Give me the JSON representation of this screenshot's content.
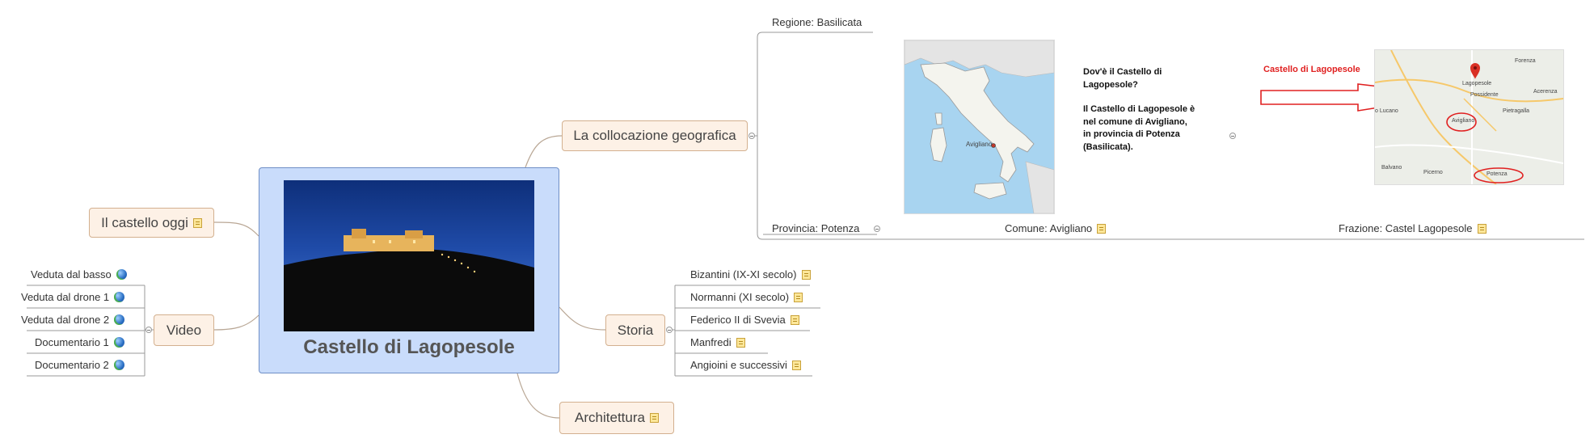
{
  "central": {
    "title": "Castello di Lagopesole",
    "image_alt": "castle-night-photo"
  },
  "left_topics": {
    "castello_oggi": "Il castello oggi",
    "video": "Video",
    "video_items": [
      "Veduta dal basso",
      "Veduta dal drone 1",
      "Veduta dal drone 2",
      "Documentario 1",
      "Documentario 2"
    ]
  },
  "right_topics": {
    "collocazione": "La collocazione geografica",
    "storia": "Storia",
    "architettura": "Architettura",
    "storia_items": [
      "Bizantini (IX-XI secolo)",
      "Normanni (XI secolo)",
      "Federico II di Svevia",
      "Manfredi",
      "Angioini e successivi"
    ]
  },
  "geo": {
    "regione": "Regione: Basilicata",
    "provincia": "Provincia: Potenza",
    "comune": "Comune: Avigliano",
    "frazione": "Frazione: Castel Lagopesole",
    "question": "Dov'è il Castello di Lagopesole?",
    "answer": "Il Castello di Lagopesole è nel comune di Avigliano, in provincia di Potenza (Basilicata).",
    "callout": "Castello di Lagopesole",
    "italy_map_label": "Avigliano",
    "road_map_labels": {
      "forenza": "Forenza",
      "lagopesole": "Lagopesole",
      "possidente": "Possidente",
      "acerenza": "Acerenza",
      "pietragalla": "Pietragalla",
      "avigliano": "Avigliano",
      "lucano": "o Lucano",
      "balvano": "Balvano",
      "picerno": "Picerno",
      "potenza": "Potenza"
    }
  },
  "colors": {
    "topic_bg": "#fdf1e6",
    "topic_border": "#d3b08f",
    "central_bg": "#c9dcfb",
    "central_border": "#6f8fc6",
    "callout": "#e02020",
    "line": "#b9a795"
  }
}
